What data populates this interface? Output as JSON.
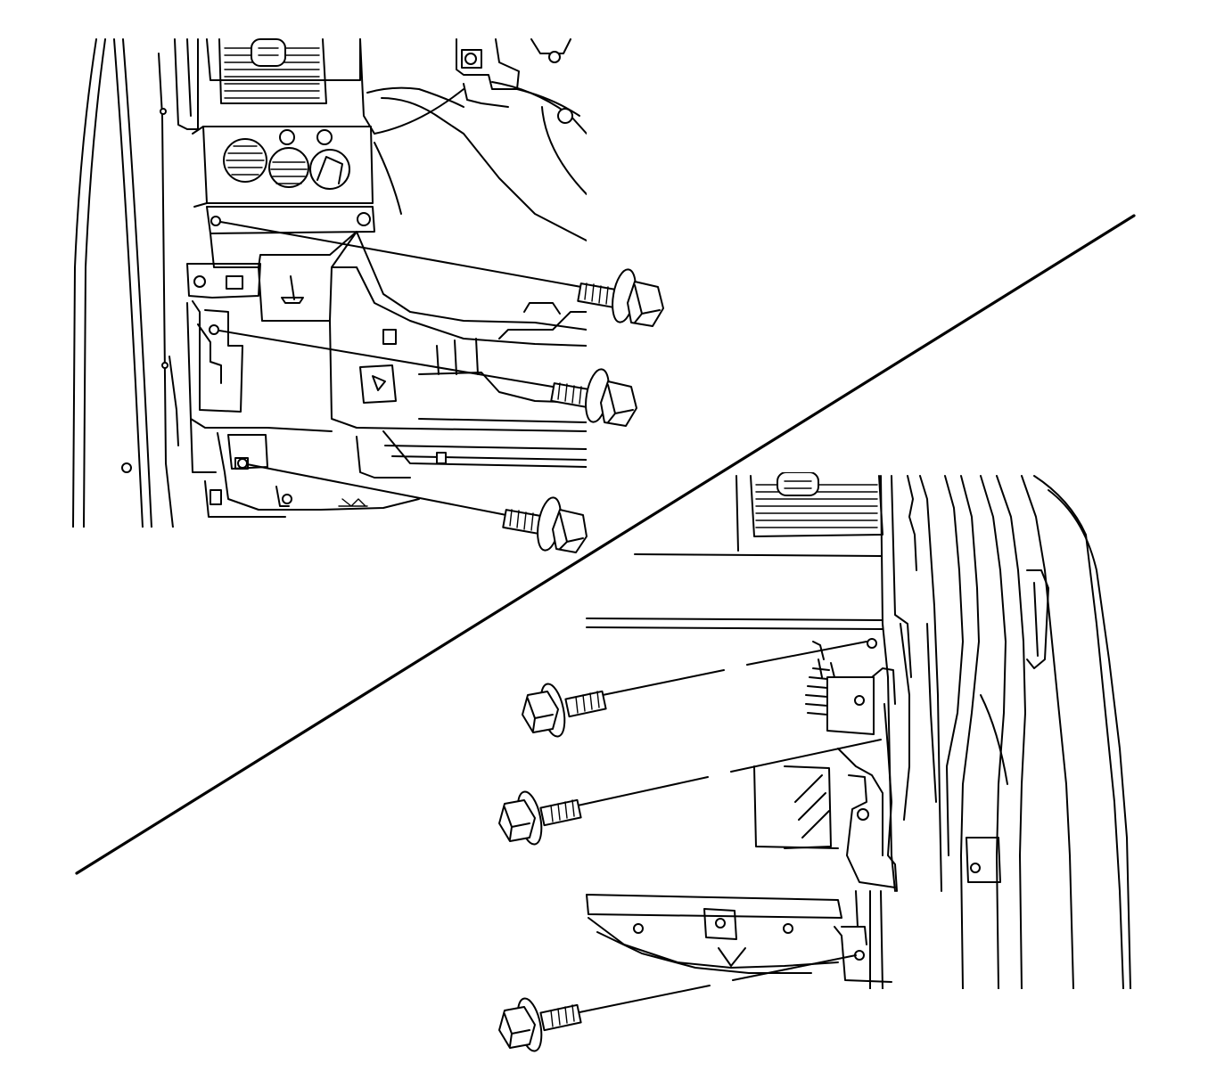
{
  "figure": {
    "background_color": "#ffffff",
    "line_color": "#000000",
    "panels": [
      {
        "name": "upper-left-view",
        "fastener_count": 3
      },
      {
        "name": "lower-right-view",
        "fastener_count": 3
      }
    ]
  }
}
